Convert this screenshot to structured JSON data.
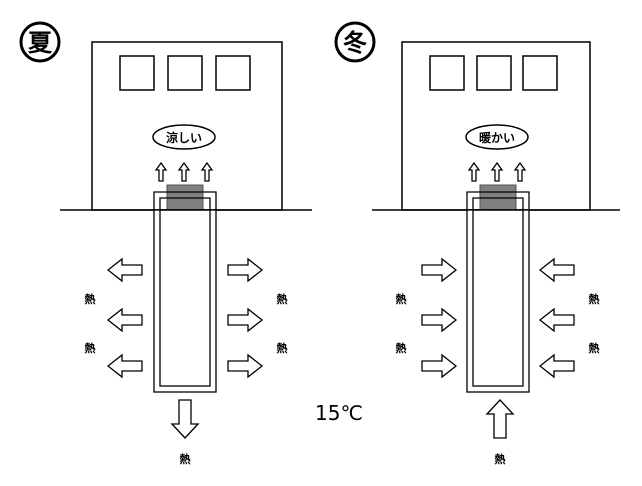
{
  "summer": {
    "season_label": "夏",
    "air_label": "涼しい",
    "heat_left": [
      "熱",
      "熱"
    ],
    "heat_right": [
      "熱",
      "熱"
    ],
    "heat_bottom": "熱"
  },
  "winter": {
    "season_label": "冬",
    "air_label": "暖かい",
    "heat_left": [
      "熱",
      "熱"
    ],
    "heat_right": [
      "熱",
      "熱"
    ],
    "heat_bottom": "熱"
  },
  "ground_temperature": "15℃"
}
